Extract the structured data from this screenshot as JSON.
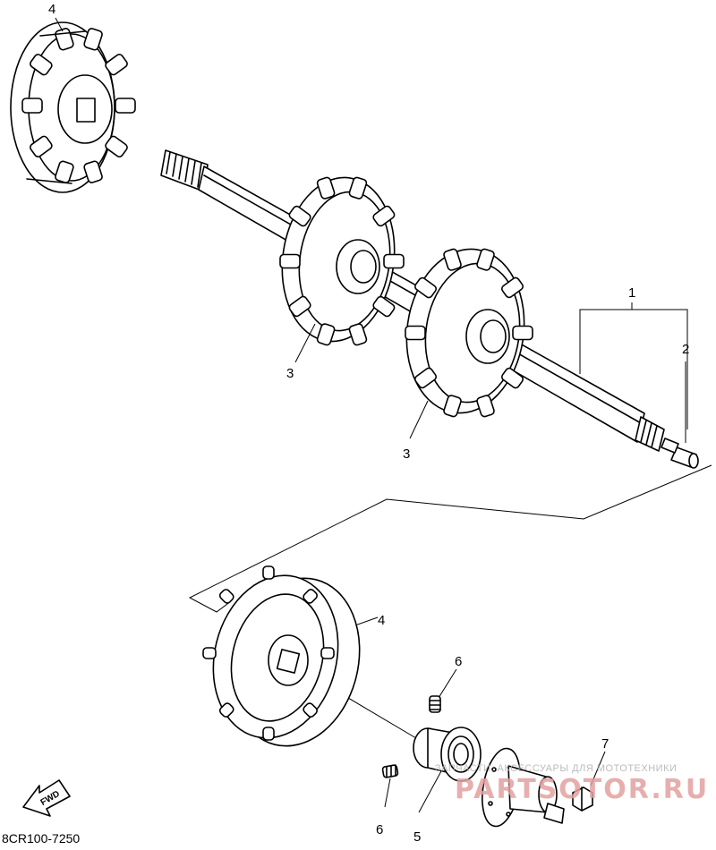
{
  "diagram": {
    "callouts": {
      "c1": "1",
      "c2": "2",
      "c3a": "3",
      "c3b": "3",
      "c4a": "4",
      "c4b": "4",
      "c5": "5",
      "c6a": "6",
      "c6b": "6",
      "c7": "7"
    },
    "fwd_label": "FWD",
    "drawing_code": "8CR100-7250"
  },
  "watermark": {
    "tagline": "ЗАПЧАСТИ, АКСЕССУАРЫ ДЛЯ МОТОТЕХНИКИ",
    "logo_text": "PARTSOTOR.RU"
  },
  "colors": {
    "line": "#000000",
    "background": "#ffffff",
    "watermark_logo": "#e3a0a0"
  },
  "icons": [
    "fwd-arrow-icon"
  ]
}
